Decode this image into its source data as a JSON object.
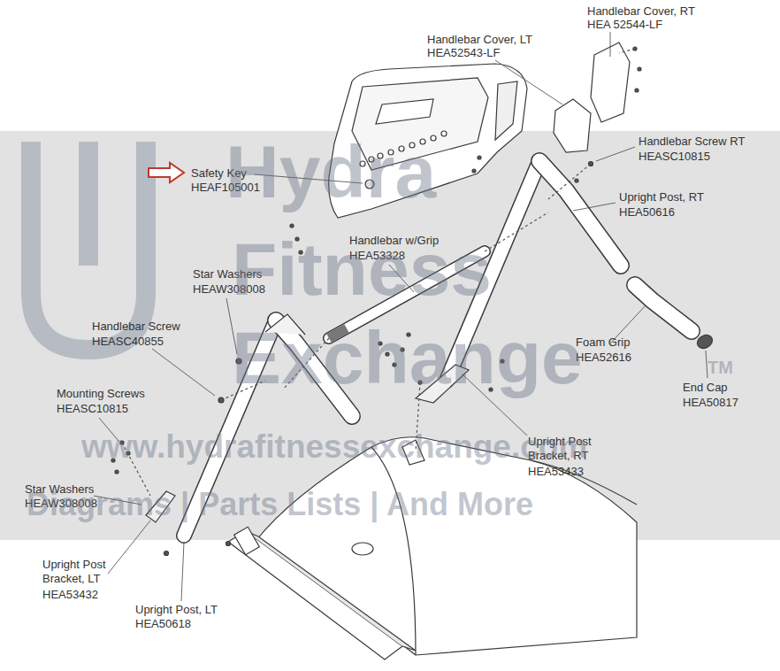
{
  "diagram": {
    "labels": [
      "Handlebar Cover, RT",
      "HEA 52544-LF",
      "Handlebar Cover, LT",
      "HEA52543-LF",
      "Safety Key",
      "HEAF105001",
      "Handlebar Screw RT",
      "HEASC10815",
      "Upright Post, RT",
      "HEA50616",
      "Handlebar w/Grip",
      "HEA53328",
      "Star Washers",
      "HEAW308008",
      "Handlebar Screw",
      "HEASC40855",
      "Foam Grip",
      "HEA52616",
      "End Cap",
      "HEA50817",
      "Mounting Screws",
      "HEASC10815",
      "Upright Post Bracket, RT",
      "HEA53433",
      "Star Washers",
      "HEAW308008",
      "Upright Post Bracket, LT",
      "HEA53432",
      "Upright Post, LT",
      "HEA50618",
      "Hydra",
      "Fitness",
      "Exchange",
      "TM",
      "www.hydrafitnessexchange.com",
      "Diagrams | Parts Lists | And More"
    ]
  }
}
